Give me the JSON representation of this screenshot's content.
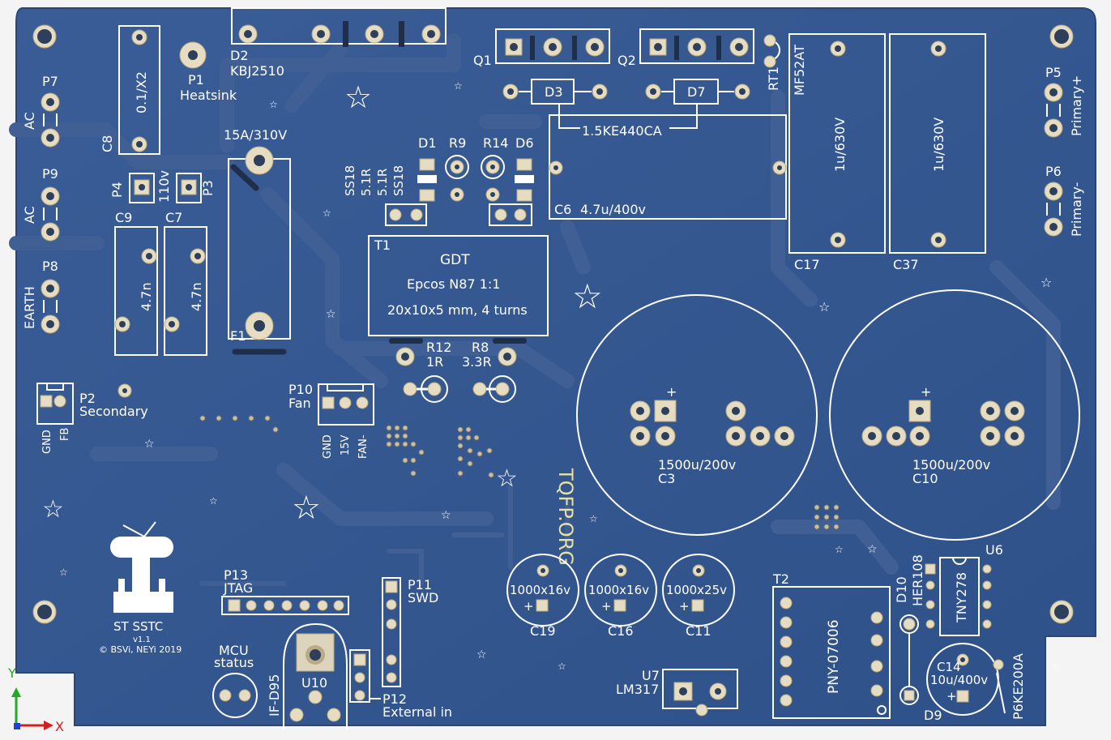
{
  "board": {
    "title": "ST SSTC",
    "version": "v1.1",
    "copyright": "© BSVi, NEYi 2019",
    "website": "TQFP.ORG",
    "colors": {
      "board": "#34568f",
      "silk": "#ffffff",
      "pad": "#e6dcc2",
      "background": "#f4f4f4"
    }
  },
  "components": {
    "p7": {
      "ref": "P7",
      "label": "AC"
    },
    "p9": {
      "ref": "P9",
      "label": "AC"
    },
    "p8": {
      "ref": "P8",
      "label": "EARTH"
    },
    "c8": {
      "ref": "C8",
      "value": "0.1/X2"
    },
    "p1": {
      "ref": "P1",
      "label": "Heatsink"
    },
    "d2": {
      "ref": "D2",
      "value": "KBJ2510"
    },
    "f1": {
      "ref": "F1",
      "value": "15A/310V"
    },
    "p4": {
      "ref": "P4"
    },
    "p3": {
      "ref": "P3"
    },
    "sel": {
      "label": "110v"
    },
    "c9": {
      "ref": "C9",
      "value": "4.7n"
    },
    "c7": {
      "ref": "C7",
      "value": "4.7n"
    },
    "q1": {
      "ref": "Q1"
    },
    "q2": {
      "ref": "Q2"
    },
    "d3": {
      "ref": "D3"
    },
    "d7": {
      "ref": "D7"
    },
    "tvs": {
      "value": "1.5KE440CA"
    },
    "rt1": {
      "ref": "RT1",
      "value": "MF52AT"
    },
    "c6": {
      "ref": "C6",
      "value": "4.7u/400v"
    },
    "c17": {
      "ref": "C17",
      "value": "1u/630V"
    },
    "c37": {
      "ref": "C37",
      "value": "1u/630V"
    },
    "p5": {
      "ref": "P5",
      "label": "Primary+"
    },
    "p6": {
      "ref": "P6",
      "label": "Primary-"
    },
    "d1": {
      "ref": "D1",
      "value": "SS18"
    },
    "r9": {
      "ref": "R9",
      "value": "5.1R"
    },
    "r14": {
      "ref": "R14",
      "value": "5.1R"
    },
    "d6": {
      "ref": "D6",
      "value": "SS18"
    },
    "t1": {
      "ref": "T1",
      "line1": "GDT",
      "line2": "Epcos N87 1:1",
      "line3": "20x10x5 mm, 4 turns"
    },
    "r12": {
      "ref": "R12",
      "value": "1R"
    },
    "r8": {
      "ref": "R8",
      "value": "3.3R"
    },
    "c3": {
      "ref": "C3",
      "value": "1500u/200v"
    },
    "c10": {
      "ref": "C10",
      "value": "1500u/200v"
    },
    "p2": {
      "ref": "P2",
      "label": "Secondary",
      "pin1": "GND",
      "pin2": "FB"
    },
    "p10": {
      "ref": "P10",
      "label": "Fan",
      "pin1": "GND",
      "pin2": "15V",
      "pin3": "FAN-"
    },
    "p13": {
      "ref": "P13",
      "label": "JTAG"
    },
    "p11": {
      "ref": "P11",
      "label": "SWD"
    },
    "p12": {
      "ref": "P12",
      "label": "External in"
    },
    "mcu": {
      "label1": "MCU",
      "label2": "status"
    },
    "u10": {
      "ref": "U10",
      "value": "IF-D95"
    },
    "c19": {
      "ref": "C19",
      "value": "1000x16v"
    },
    "c16": {
      "ref": "C16",
      "value": "1000x16v"
    },
    "c11": {
      "ref": "C11",
      "value": "1000x25v"
    },
    "t2": {
      "ref": "T2",
      "value": "PNY-07006"
    },
    "u7": {
      "ref": "U7",
      "value": "LM317"
    },
    "d10": {
      "ref": "D10",
      "value": "HER108"
    },
    "u6": {
      "ref": "U6",
      "value": "TNY278"
    },
    "c14": {
      "ref": "C14",
      "value": "10u/400v"
    },
    "d9": {
      "ref": "D9",
      "value": "P6KE200A"
    },
    "plus": "+"
  },
  "axes": {
    "x": "X",
    "y": "Y"
  }
}
